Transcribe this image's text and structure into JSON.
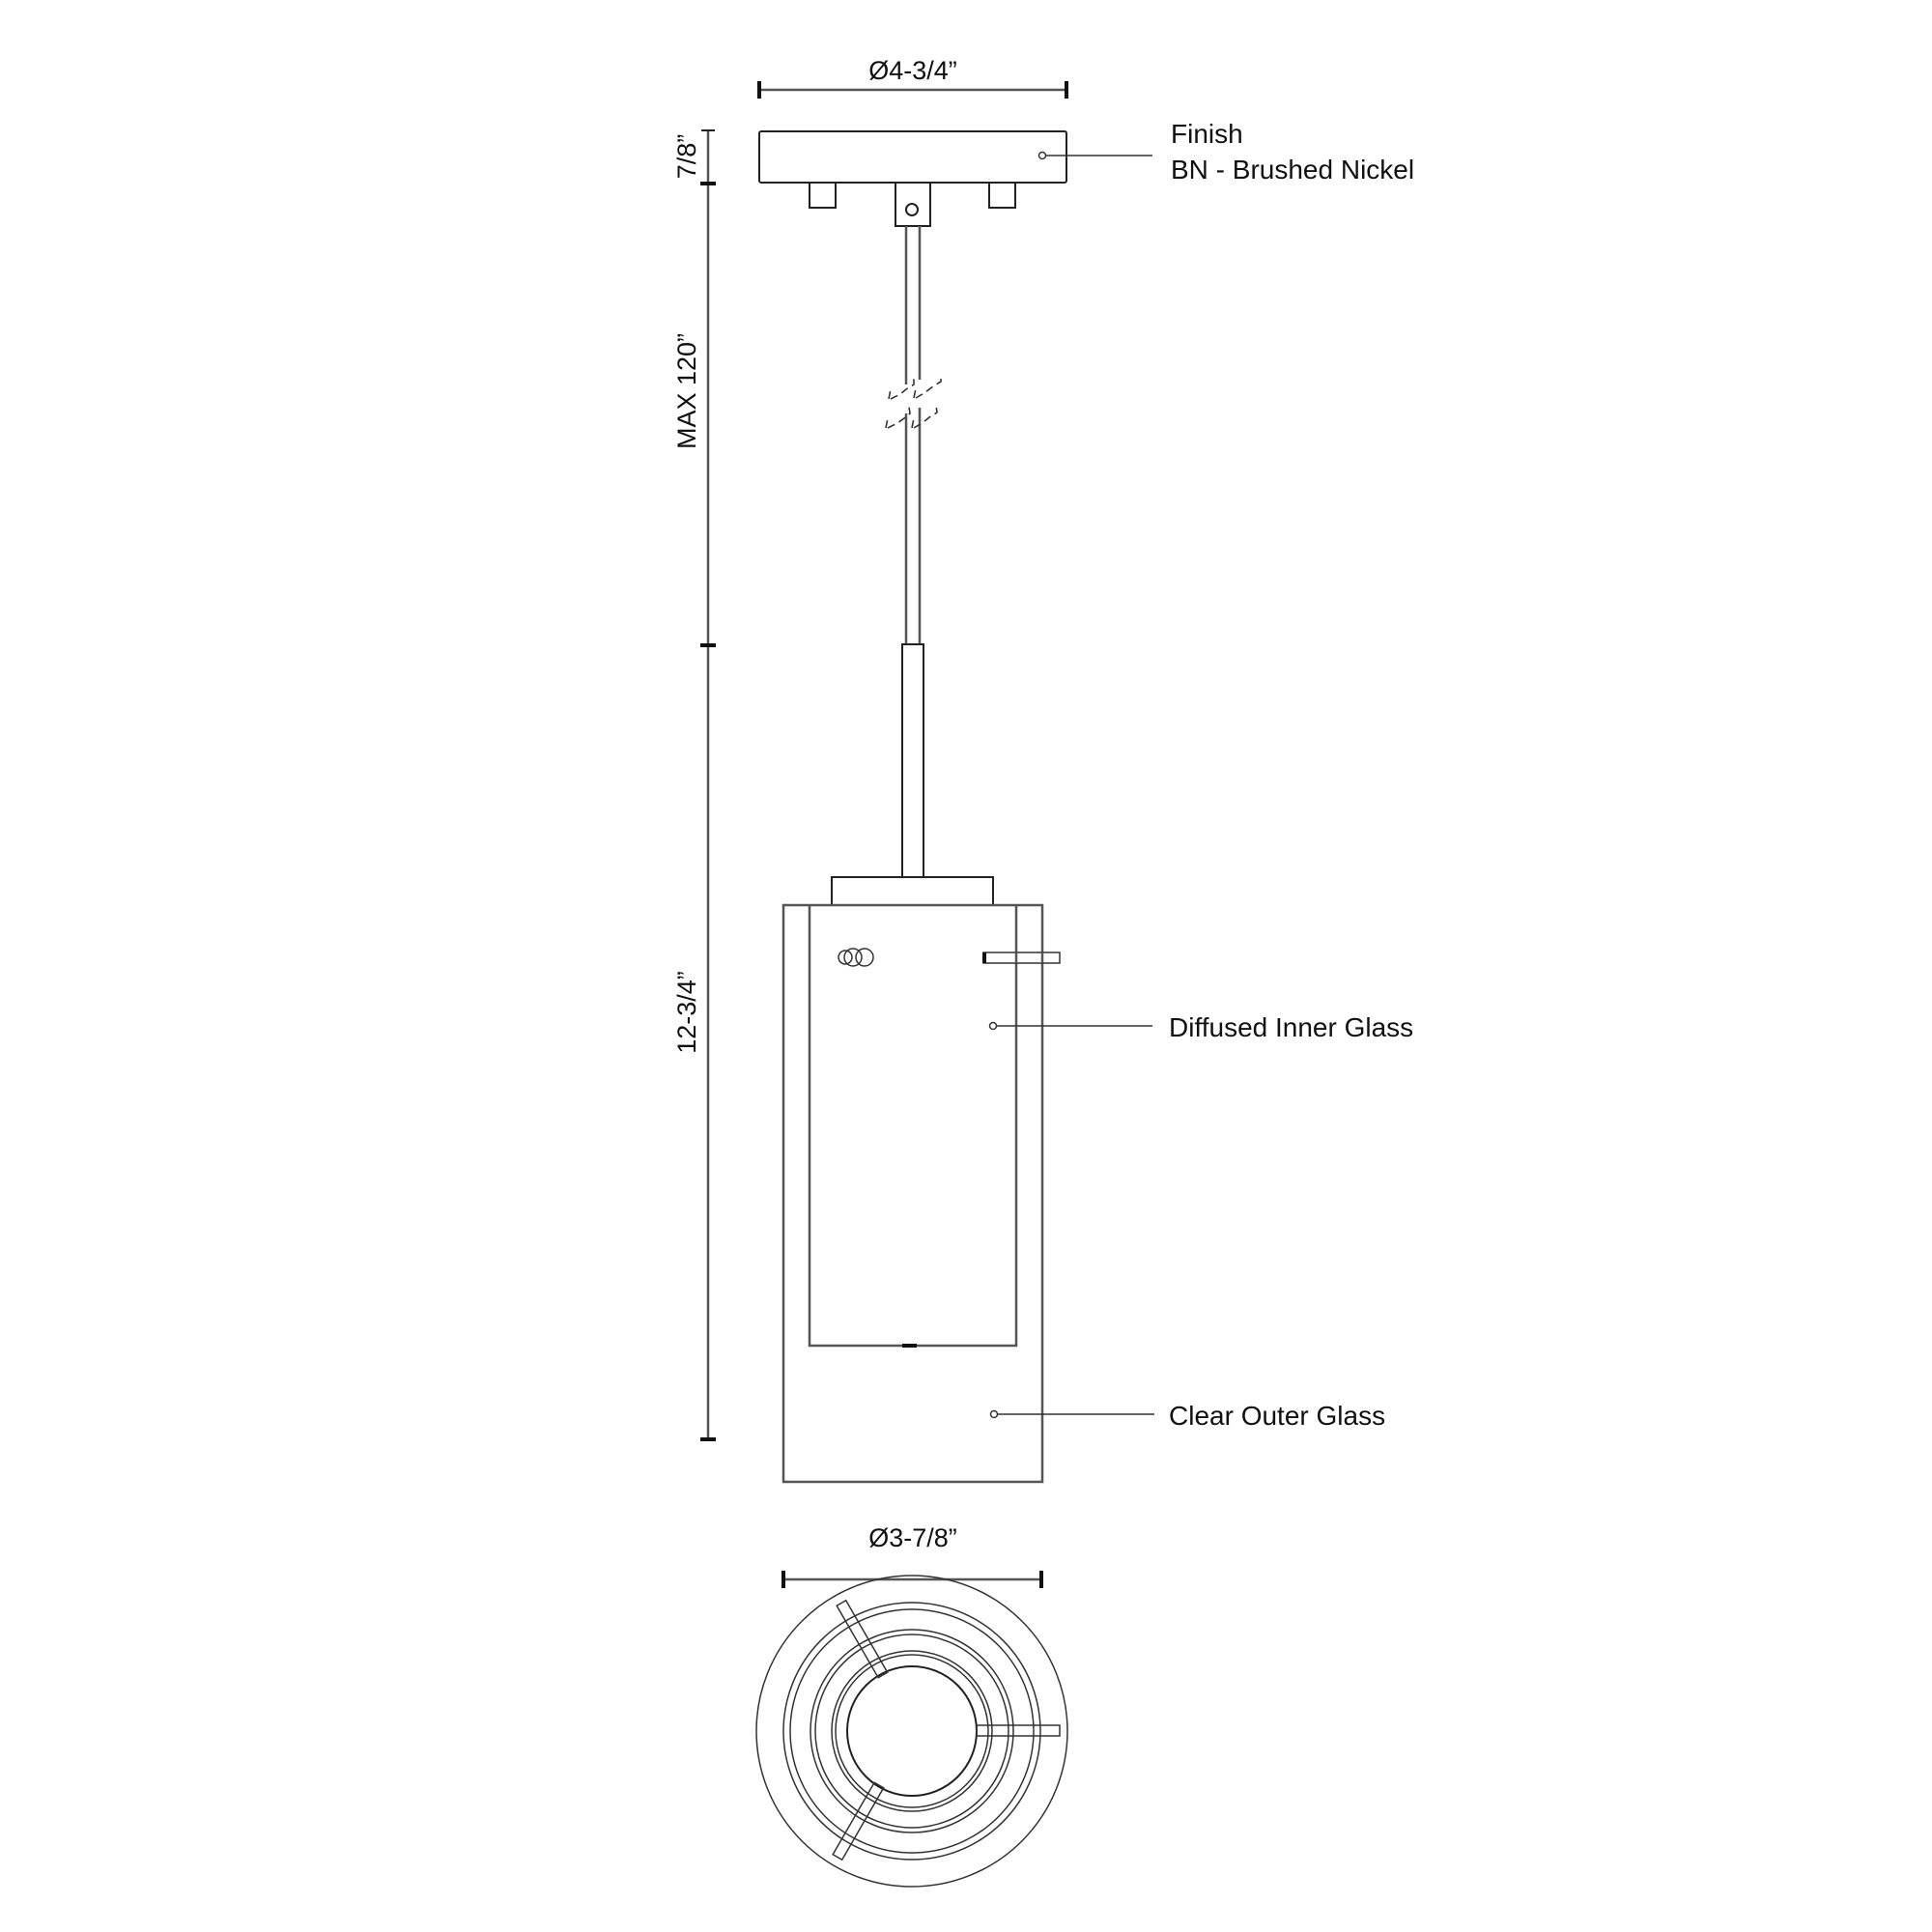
{
  "dimensions": {
    "canopy_diameter": "Ø4-3/4”",
    "canopy_height": "7/8”",
    "max_stem_length": "MAX 120”",
    "fixture_height": "12-3/4”",
    "shade_diameter": "Ø3-7/8”"
  },
  "callouts": {
    "finish_title": "Finish",
    "finish_value": "BN - Brushed Nickel",
    "inner_glass": "Diffused Inner Glass",
    "outer_glass": "Clear Outer Glass"
  },
  "colors": {
    "line": "#222222",
    "background": "#ffffff"
  }
}
